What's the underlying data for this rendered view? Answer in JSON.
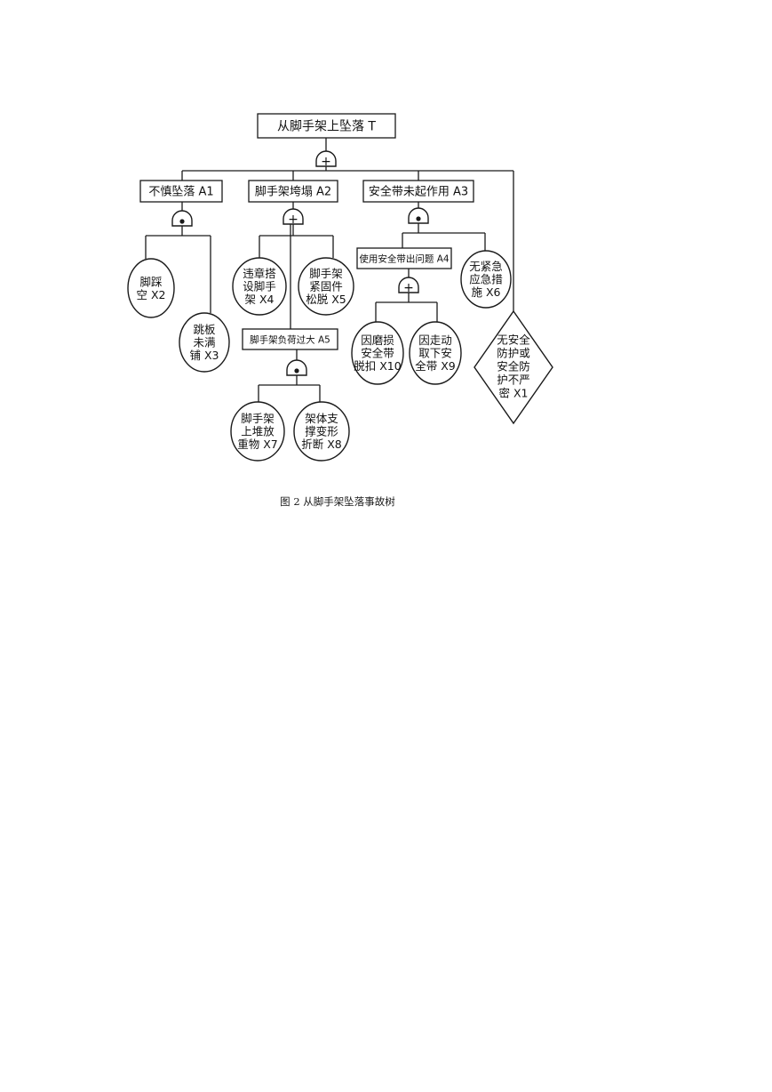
{
  "figure": {
    "caption": "图 2 从脚手架坠落事故树"
  },
  "fault_tree": {
    "top_event": {
      "id": "T",
      "label": "从脚手架上坠落 T",
      "gate": "OR"
    },
    "intermediate_events": [
      {
        "id": "A1",
        "label": "不慎坠落 A1",
        "gate": "AND"
      },
      {
        "id": "A2",
        "label": "脚手架垮塌 A2",
        "gate": "OR"
      },
      {
        "id": "A3",
        "label": "安全带未起作用 A3",
        "gate": "AND"
      },
      {
        "id": "A4",
        "label": "使用安全带出问题 A4",
        "gate": "OR"
      },
      {
        "id": "A5",
        "label": "脚手架负荷过大 A5",
        "gate": "AND"
      }
    ],
    "basic_events": [
      {
        "id": "X1",
        "lines": [
          "无安全",
          "防护或",
          "安全防",
          "护不严",
          "密 X1"
        ],
        "shape": "diamond"
      },
      {
        "id": "X2",
        "lines": [
          "脚踩",
          "空 X2"
        ]
      },
      {
        "id": "X3",
        "lines": [
          "跳板",
          "未满",
          "铺 X3"
        ]
      },
      {
        "id": "X4",
        "lines": [
          "违章搭",
          "设脚手",
          "架 X4"
        ]
      },
      {
        "id": "X5",
        "lines": [
          "脚手架",
          "紧固件",
          "松脱 X5"
        ]
      },
      {
        "id": "X6",
        "lines": [
          "无紧急",
          "应急措",
          "施 X6"
        ]
      },
      {
        "id": "X7",
        "lines": [
          "脚手架",
          "上堆放",
          "重物 X7"
        ]
      },
      {
        "id": "X8",
        "lines": [
          "架体支",
          "撑变形",
          "折断 X8"
        ]
      },
      {
        "id": "X9",
        "lines": [
          "因走动",
          "取下安",
          "全带 X9"
        ]
      },
      {
        "id": "X10",
        "lines": [
          "因磨损",
          "安全带",
          "脱扣 X10"
        ]
      }
    ],
    "gate_symbols": {
      "OR": "+",
      "AND": "•"
    }
  }
}
